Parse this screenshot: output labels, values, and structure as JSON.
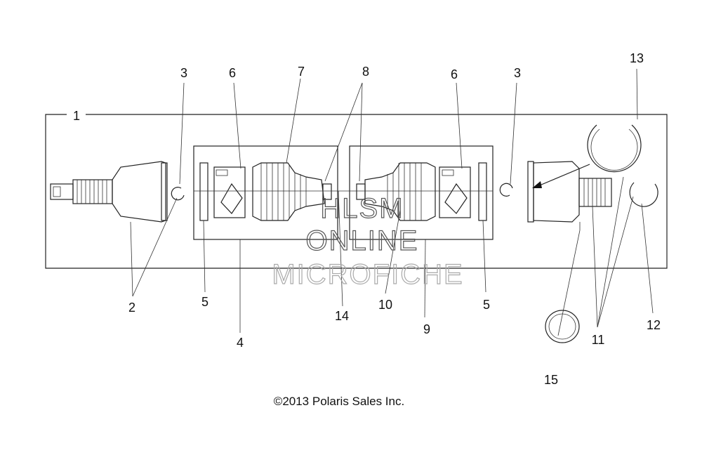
{
  "diagram": {
    "callouts": {
      "c1": "1",
      "c2": "2",
      "c3_left": "3",
      "c3_right": "3",
      "c4": "4",
      "c5_left": "5",
      "c5_right": "5",
      "c6_left": "6",
      "c6_right": "6",
      "c7": "7",
      "c8": "8",
      "c9": "9",
      "c10": "10",
      "c11": "11",
      "c12": "12",
      "c13": "13",
      "c14": "14",
      "c15": "15"
    },
    "copyright": "©2013 Polaris Sales Inc.",
    "watermark": {
      "line1": "HLSM",
      "line2": "ONLINE",
      "line3": "MICROFICHE"
    }
  }
}
